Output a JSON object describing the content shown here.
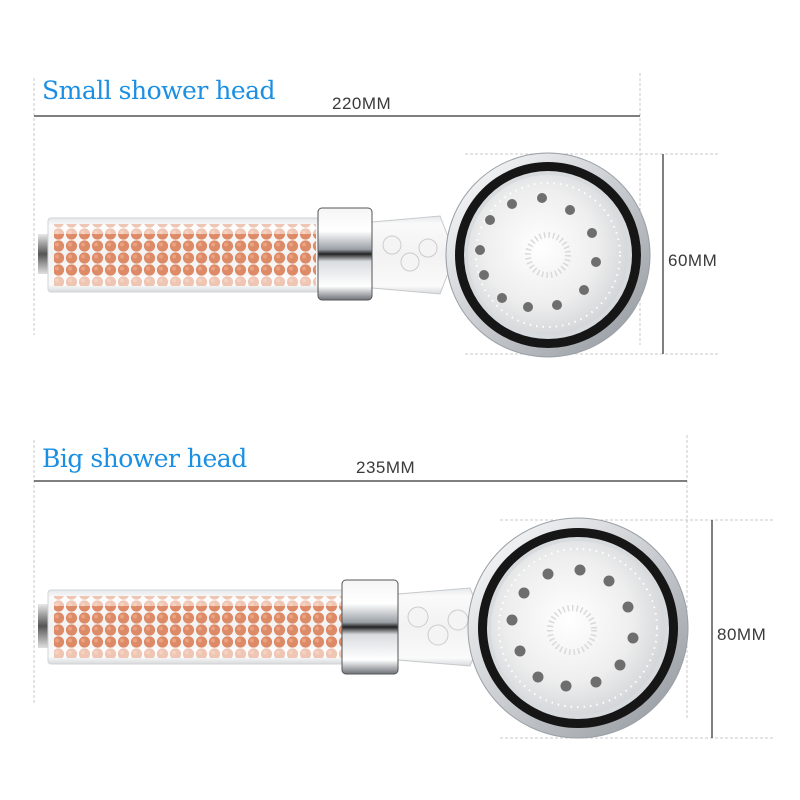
{
  "products": [
    {
      "id": "small",
      "title": "Small shower head",
      "length_label": "220MM",
      "diameter_label": "60MM"
    },
    {
      "id": "big",
      "title": "Big shower head",
      "length_label": "235MM",
      "diameter_label": "80MM"
    }
  ],
  "colors": {
    "title_blue": "#1a8fe3",
    "dimension_text": "#3a3a3a",
    "dimension_line": "#555555",
    "guide_dashed": "#c8c8c8",
    "filter_beads": "#d9774e",
    "chrome": "#c9ccd0",
    "ring_black": "#1a1a1a",
    "face_white": "#eeeeee",
    "nozzle_gray": "#7a7a7a"
  }
}
